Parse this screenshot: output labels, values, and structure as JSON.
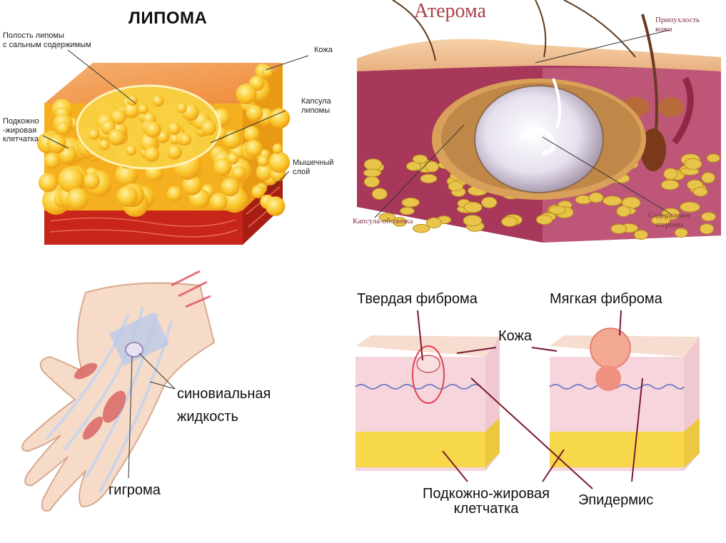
{
  "lipoma": {
    "title": "ЛИПОМА",
    "label_cavity": "Полость липомы\nс сальным содержимым",
    "label_skin": "Кожа",
    "label_subcutaneous": "Подкожно\n-жировая\nклетчатка",
    "label_capsule": "Капсула\nлипомы",
    "label_muscle": "Мышечный\nслой"
  },
  "atheroma": {
    "title": "Атерома",
    "label_swelling": "Припухлость\nкожи",
    "label_capsule_shell": "Капсула-оболочка",
    "label_contents": "Содержимое\nатеромы"
  },
  "hygroma": {
    "label_fluid": "синовиальная\nжидкость",
    "label_hygroma": "гигрома"
  },
  "fibroma": {
    "label_hard": "Твердая фиброма",
    "label_soft": "Мягкая фиброма",
    "label_skin": "Кожа",
    "label_subcutaneous": "Подкожно-жировая\nклетчатка",
    "label_epidermis": "Эпидермис"
  },
  "colors": {
    "fat_yellow": "#f7b81e",
    "muscle_red": "#c8261a",
    "skin_peach": "#f4a66a",
    "atheroma_tissue": "#a8385a"
  }
}
